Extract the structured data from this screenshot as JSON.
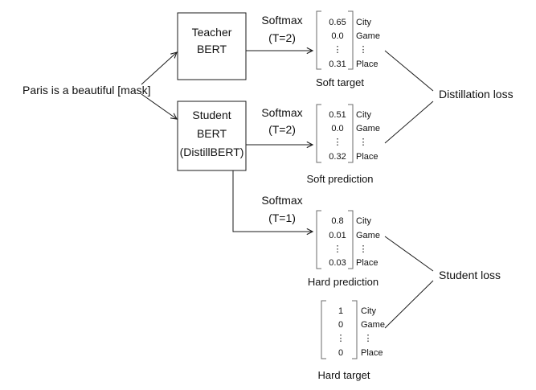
{
  "input": "Paris is a beautiful [mask]",
  "teacher": {
    "line1": "Teacher",
    "line2": "BERT"
  },
  "student": {
    "line1": "Student",
    "line2": "BERT",
    "line3": "(DistillBERT)"
  },
  "softmax_t2_top": {
    "line1": "Softmax",
    "line2": "(T=2)"
  },
  "softmax_t2_mid": {
    "line1": "Softmax",
    "line2": "(T=2)"
  },
  "softmax_t1": {
    "line1": "Softmax",
    "line2": "(T=1)"
  },
  "categories": [
    "City",
    "Game",
    "Place"
  ],
  "vectors": {
    "soft_target": {
      "values": [
        "0.65",
        "0.0",
        "0.31"
      ],
      "caption": "Soft target"
    },
    "soft_prediction": {
      "values": [
        "0.51",
        "0.0",
        "0.32"
      ],
      "caption": "Soft prediction"
    },
    "hard_prediction": {
      "values": [
        "0.8",
        "0.01",
        "0.03"
      ],
      "caption": "Hard prediction"
    },
    "hard_target": {
      "values": [
        "1",
        "0",
        "0"
      ],
      "caption": "Hard target"
    }
  },
  "losses": {
    "distillation": "Distillation loss",
    "student": "Student loss"
  },
  "colors": {
    "stroke": "#1a1a1a",
    "bracket": "#6b6b6b",
    "text": "#111111",
    "background": "#ffffff"
  }
}
